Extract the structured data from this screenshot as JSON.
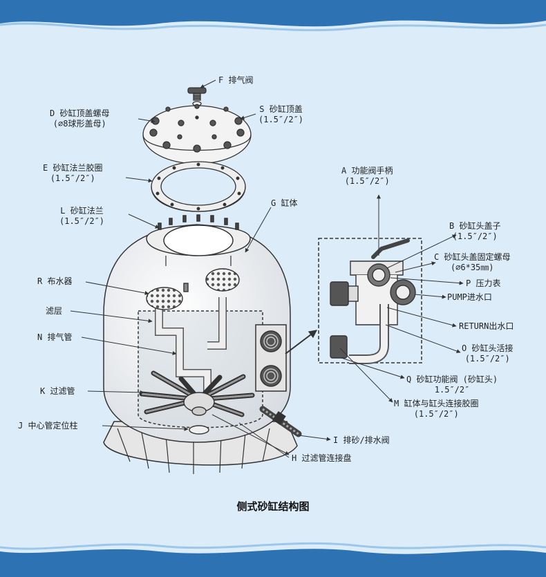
{
  "labels": {
    "F": "F 排气阀",
    "D": {
      "l1": "D 砂缸顶盖螺母",
      "l2": "(⌀8球形盖母)"
    },
    "S": {
      "l1": "S 砂缸顶盖",
      "l2": "(1.5″/2″)"
    },
    "E": {
      "l1": "E 砂缸法兰胶圈",
      "l2": "(1.5″/2″)"
    },
    "L": {
      "l1": "L 砂缸法兰",
      "l2": "(1.5″/2″)"
    },
    "G": "G 缸体",
    "A": {
      "l1": "A 功能阀手柄",
      "l2": "(1.5″/2″)"
    },
    "B": {
      "l1": "B 砂缸头盖子",
      "l2": "(1.5″/2″)"
    },
    "C": {
      "l1": "C 砂缸头盖固定螺母",
      "l2": "(⌀6*35㎜)"
    },
    "P": "P 压力表",
    "PUMP": "PUMP进水口",
    "RETURN": "RETURN出水口",
    "O": {
      "l1": "O 砂缸头活接",
      "l2": "(1.5″/2″)"
    },
    "Q": {
      "l1": "Q 砂缸功能阀 (砂缸头)",
      "l2": "1.5″/2″"
    },
    "M": {
      "l1": "M 缸体与缸头连接胶圈",
      "l2": "(1.5″/2″)"
    },
    "R": "R 布水器",
    "filter": "滤层",
    "N": "N 排气管",
    "K": "K 过滤管",
    "J": "J 中心管定位柱",
    "I": "I 排砂/排水阀",
    "H": "H 过滤管连接盘"
  },
  "caption": "侧式砂缸结构图",
  "colors": {
    "background": "#dcedf9",
    "wave": "#2d73b4",
    "line": "#333333"
  }
}
